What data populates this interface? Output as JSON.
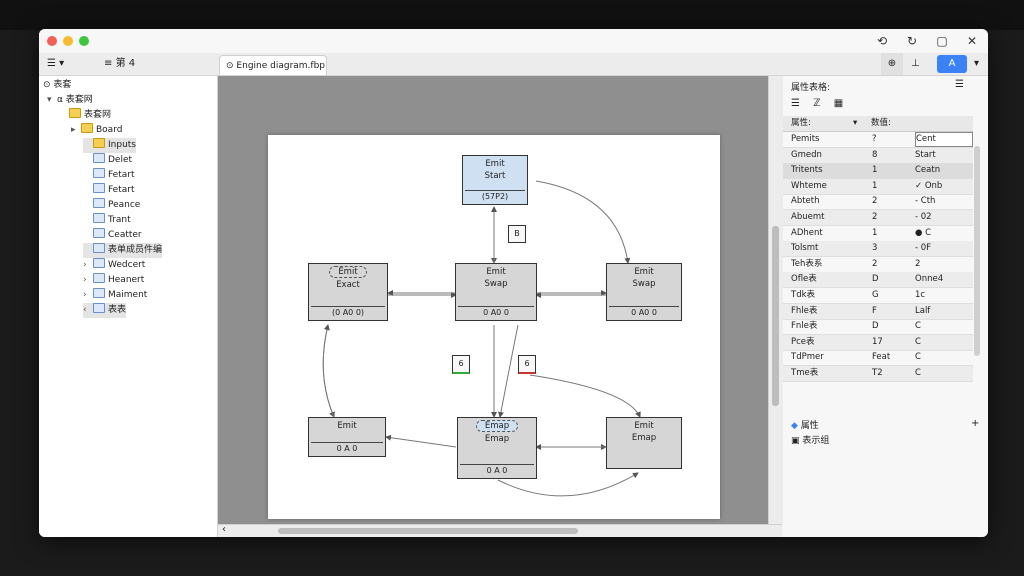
{
  "window": {
    "tab_title": "Engine diagram.fbp",
    "sidebar_toolbar_label": "第 4"
  },
  "sidebar": {
    "root": "表套",
    "items": [
      {
        "label": "α 表套网",
        "indent": 0,
        "icon": "none",
        "caret": "▾"
      },
      {
        "label": "表套网",
        "indent": 1,
        "icon": "folder",
        "caret": ""
      },
      {
        "label": "Board",
        "indent": 2,
        "icon": "folder",
        "caret": "▸"
      },
      {
        "label": "Inputs",
        "indent": 3,
        "icon": "folder",
        "caret": "",
        "selected": true
      },
      {
        "label": "Delet",
        "indent": 3,
        "icon": "file",
        "caret": ""
      },
      {
        "label": "Fetart",
        "indent": 3,
        "icon": "file",
        "caret": ""
      },
      {
        "label": "Fetart",
        "indent": 3,
        "icon": "file",
        "caret": ""
      },
      {
        "label": "Peance",
        "indent": 3,
        "icon": "person",
        "caret": ""
      },
      {
        "label": "Trant",
        "indent": 3,
        "icon": "file",
        "caret": ""
      },
      {
        "label": "Ceatter",
        "indent": 3,
        "icon": "file",
        "caret": ""
      },
      {
        "label": "表单成员件编",
        "indent": 3,
        "icon": "file",
        "caret": "",
        "selected": true
      },
      {
        "label": "Wedcert",
        "indent": 3,
        "icon": "file",
        "caret": "›"
      },
      {
        "label": "Heanert",
        "indent": 3,
        "icon": "file",
        "caret": "›"
      },
      {
        "label": "Maiment",
        "indent": 3,
        "icon": "file",
        "caret": "›"
      },
      {
        "label": "表表",
        "indent": 3,
        "icon": "file",
        "caret": "‹",
        "selected": true
      }
    ]
  },
  "diagram": {
    "nodes": [
      {
        "id": "n1",
        "title": "Emit",
        "mid": "Start",
        "foot": "(57P2)",
        "blue": true
      },
      {
        "id": "n2",
        "title": "Emit",
        "mid": "Exact",
        "foot": "(0 A0 0)",
        "blue": false,
        "pill": true
      },
      {
        "id": "n3",
        "title": "Emit",
        "mid": "Swap",
        "foot": "0 A0 0",
        "blue": false
      },
      {
        "id": "n4",
        "title": "Emit",
        "mid": "Swap",
        "foot": "0 A0 0",
        "blue": false
      },
      {
        "id": "n5",
        "title": "Emit",
        "mid": "",
        "foot": "0 A 0",
        "blue": false
      },
      {
        "id": "n6",
        "title": "Emap",
        "mid": "Emap",
        "foot": "0 A 0",
        "blue": false,
        "pill": true
      },
      {
        "id": "n7",
        "title": "Emit",
        "mid": "Emap",
        "foot": "",
        "blue": false
      }
    ],
    "badges": [
      "B",
      "6",
      "6"
    ]
  },
  "properties": {
    "header": "属性表格:",
    "col_name": "属性:",
    "col_value": "数值:",
    "rows": [
      {
        "name": "Pemits",
        "type": "?",
        "value": "Cent"
      },
      {
        "name": "Gmedn",
        "type": "8",
        "value": "Start"
      },
      {
        "name": "Tritents",
        "type": "1",
        "value": "Ceatn"
      },
      {
        "name": "Whteme",
        "type": "1",
        "value": "✓ Onb"
      },
      {
        "name": "Abteth",
        "type": "2",
        "value": "- Cth"
      },
      {
        "name": "Abuemt",
        "type": "2",
        "value": "- 02"
      },
      {
        "name": "ADhent",
        "type": "1",
        "value": "● C"
      },
      {
        "name": "Tolsmt",
        "type": "3",
        "value": "- 0F"
      },
      {
        "name": "Teh表系",
        "type": "2",
        "value": "2"
      },
      {
        "name": "Ofle表",
        "type": "D",
        "value": "Onne4"
      },
      {
        "name": "Tdk表",
        "type": "G",
        "value": "1c"
      },
      {
        "name": "Fhle表",
        "type": "F",
        "value": "Lalf"
      },
      {
        "name": "Fnle表",
        "type": "D",
        "value": "C"
      },
      {
        "name": "Pce表",
        "type": "17",
        "value": "C"
      },
      {
        "name": "TdPmer",
        "type": "Feat",
        "value": "C"
      },
      {
        "name": "Tme表",
        "type": "T2",
        "value": "C"
      }
    ],
    "section1": "属性",
    "section2": "表示组"
  }
}
